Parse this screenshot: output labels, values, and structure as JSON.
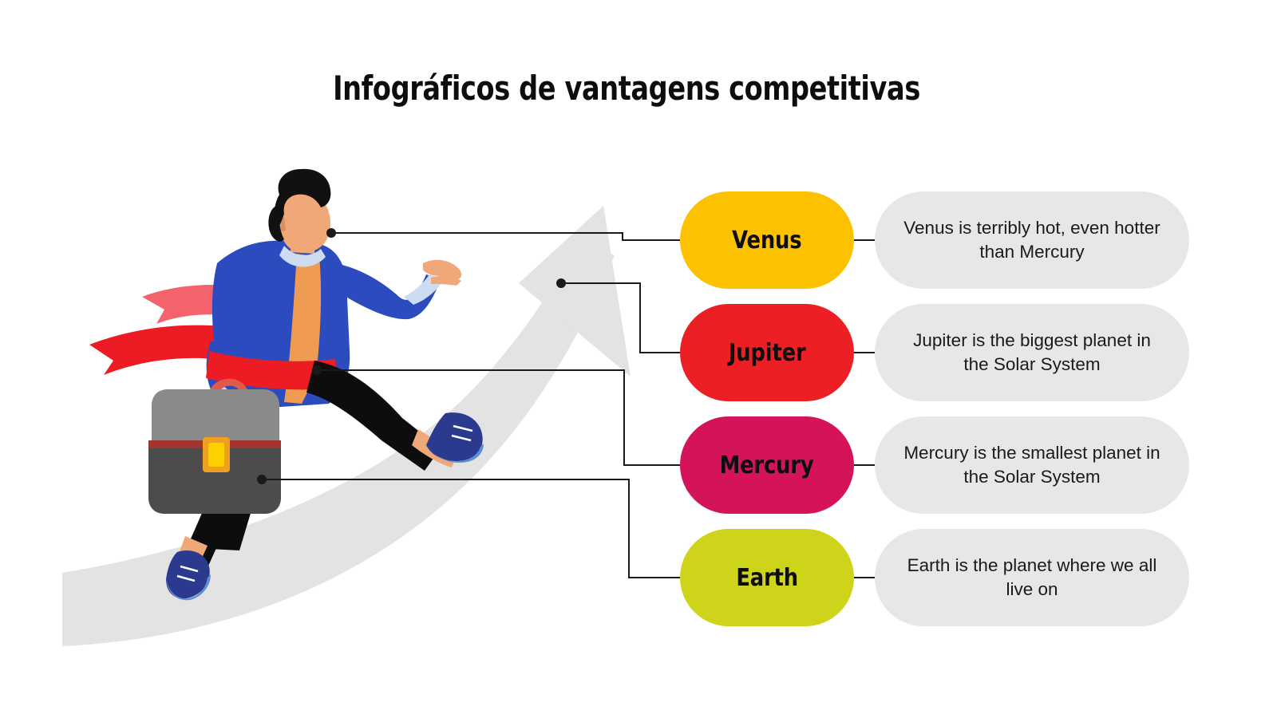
{
  "page": {
    "title": "Infográficos de vantagens competitivas",
    "background_color": "#ffffff"
  },
  "illustration": {
    "name": "running-businessman-with-briefcase",
    "arrow_color": "#e3e3e3",
    "ribbon_color": "#ed1c24",
    "ribbon_light_color": "#f4636b",
    "jacket_color": "#2b4bbf",
    "shirt_color": "#ef9c52",
    "skin_color": "#f1a878",
    "hair_color": "#111111",
    "trousers_color": "#0d0d0d",
    "shoe_color": "#2b3a8f",
    "briefcase_top_color": "#8a8a8a",
    "briefcase_body_color": "#4c4c4c",
    "briefcase_clasp_color": "#fdc500",
    "connector_color": "#1a1a1a"
  },
  "items": [
    {
      "id": "venus",
      "label": "Venus",
      "color": "#fcc200",
      "description": "Venus is terribly hot, even hotter than Mercury"
    },
    {
      "id": "jupiter",
      "label": "Jupiter",
      "color": "#ec2024",
      "description": "Jupiter is the biggest planet in the Solar System"
    },
    {
      "id": "mercury",
      "label": "Mercury",
      "color": "#d5135a",
      "description": "Mercury is the smallest planet in the Solar System"
    },
    {
      "id": "earth",
      "label": "Earth",
      "color": "#cdd41a",
      "description": "Earth is the planet where we all live on"
    }
  ]
}
